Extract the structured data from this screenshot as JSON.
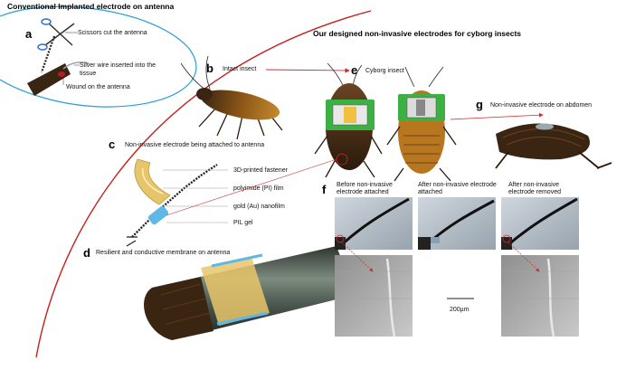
{
  "header": {
    "conventional": "Conventional Implanted electrode on antenna",
    "designed": "Our designed non-invasive electrodes for cyborg insects"
  },
  "panels": {
    "a": {
      "letter": "a",
      "label_scissors": "Scissors cut the antenna",
      "label_wire_1": "Silver wire inserted into the",
      "label_wire_2": "tissue",
      "label_wound": "Wound on the antenna"
    },
    "b": {
      "letter": "b",
      "label": "Intact insect"
    },
    "c": {
      "letter": "c",
      "title": "Non-invasive electrode being attached to antenna",
      "layers": [
        "3D-printed fastener",
        "polyimide (PI) film",
        "gold (Au) nanofilm",
        "PIL gel"
      ]
    },
    "d": {
      "letter": "d",
      "title": "Resilient and conductive membrane on antenna"
    },
    "e": {
      "letter": "e",
      "label": "Cyborg insect"
    },
    "g": {
      "letter": "g",
      "label": "Non-invasive electrode on abdomen"
    },
    "f": {
      "letter": "f",
      "captions": [
        [
          "Before non-invasive",
          "electrode attached"
        ],
        [
          "After non-invasive electrode",
          "attached"
        ],
        [
          "After non-invasive",
          "electrode removed"
        ]
      ],
      "scale_bar": "200µm"
    }
  },
  "colors": {
    "arc_red": "#c81e1e",
    "circle_blue": "#2a9fd6",
    "arrow_red": "#d42a2a",
    "cockroach_dark": "#3a2512",
    "cockroach_amber": "#b8761e",
    "pcb_green": "#3cb043",
    "fastener_gold": "#e7c56a",
    "pil_blue": "#5fb8e6"
  }
}
